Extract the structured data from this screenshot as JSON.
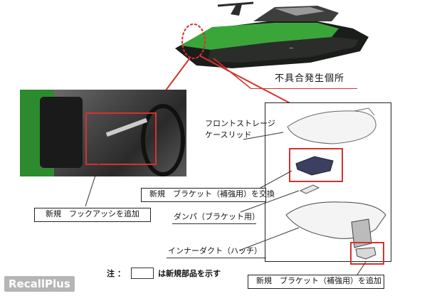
{
  "header": {
    "defect_location": "不具合発生個所"
  },
  "diagram": {
    "front_storage_lid": "フロントストレージ\nケースリッド",
    "new_bracket_replace": "新規　ブラケット（補強用）を交換",
    "damper": "ダンパ（ブラケット用）",
    "inner_duct": "インナーダクト（ハッチ）",
    "new_hook_assy": "新規　フックアッシを追加",
    "new_bracket_add": "新規　ブラケット（補強用）を追加"
  },
  "legend": {
    "note_label": "注 ：",
    "note_text": "は新規部品を示す"
  },
  "watermark": "RecallPlus",
  "colors": {
    "highlight_red": "#d6322c",
    "watercraft_green": "#3aa63a"
  }
}
